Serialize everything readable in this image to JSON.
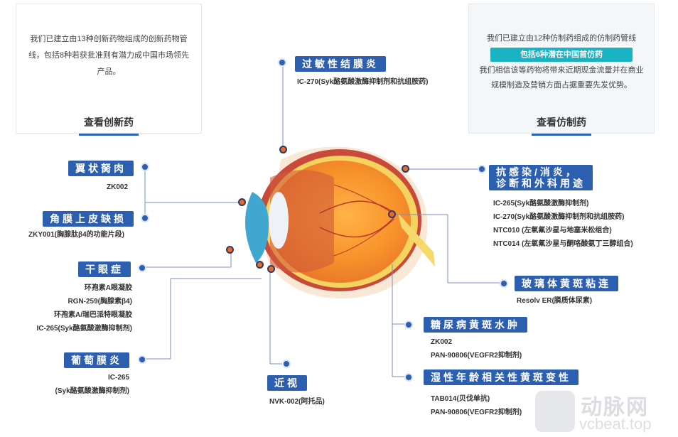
{
  "innovative_card": {
    "text": "我们已建立由13种创新药物组成的创新药物管线，包括8种若获批准则有潜力成中国市场领先产品。",
    "link": "查看创新药"
  },
  "generic_card": {
    "text_top": "我们已建立由12种仿制药组成的仿制药管线",
    "highlight": "包括6种潜在中国首仿药",
    "text_bottom": "我们相信该等药物将带来近期现金流量并在商业规模制造及营销方面占据重要先发优势。",
    "link": "查看仿制药"
  },
  "indications": {
    "allergic_conjunctivitis": {
      "label": "过敏性结膜炎",
      "drugs": [
        "IC-270(Syk酪氨酸激酶抑制剂和抗组胺药)"
      ]
    },
    "pterygium": {
      "label": "翼状胬肉",
      "drugs": [
        "ZK002"
      ]
    },
    "corneal_defect": {
      "label": "角膜上皮缺损",
      "drugs": [
        "ZKY001(胸腺肽β4的功能片段)"
      ]
    },
    "dry_eye": {
      "label": "干眼症",
      "drugs": [
        "环孢素A眼凝胶",
        "RGN-259(胸腺素β4)",
        "环孢素A/瑞巴派特眼凝胶",
        "IC-265(Syk酪氨酸激酶抑制剂)"
      ]
    },
    "uveitis": {
      "label": "葡萄膜炎",
      "drugs": [
        "IC-265",
        "(Syk酪氨酸激酶抑制剂)"
      ]
    },
    "myopia": {
      "label": "近视",
      "drugs": [
        "NVK-002(阿托品)"
      ]
    },
    "infection": {
      "label_line1": "抗感染/消炎，",
      "label_line2": "诊断和外科用途",
      "drugs": [
        "IC-265(Syk酪氨酸激酶抑制剂)",
        "IC-270(Syk酪氨酸激酶抑制剂和抗组胺药)",
        "NTC010 (左氧氟沙星与地塞米松组合)",
        "NTC014 (左氧氟沙星与酮咯酸氨丁三醇组合)"
      ]
    },
    "vitreomacular": {
      "label": "玻璃体黄斑粘连",
      "drugs": [
        "Resolv ER(膦质体尿素)"
      ]
    },
    "diabetic_macular": {
      "label": "糖尿病黄斑水肿",
      "drugs": [
        "ZK002",
        "PAN-90806(VEGFR2抑制剂)"
      ]
    },
    "amd": {
      "label": "湿性年龄相关性黄斑变性",
      "drugs": [
        "TAB014(贝伐单抗)",
        "PAN-90806(VEGFR2抑制剂)"
      ]
    }
  },
  "watermark": {
    "cn": "动脉网",
    "en": "vcbeat.top"
  },
  "colors": {
    "label_bg": "#2d5fb1",
    "accent_teal": "#19b3c4",
    "pin": "#e86a28"
  }
}
